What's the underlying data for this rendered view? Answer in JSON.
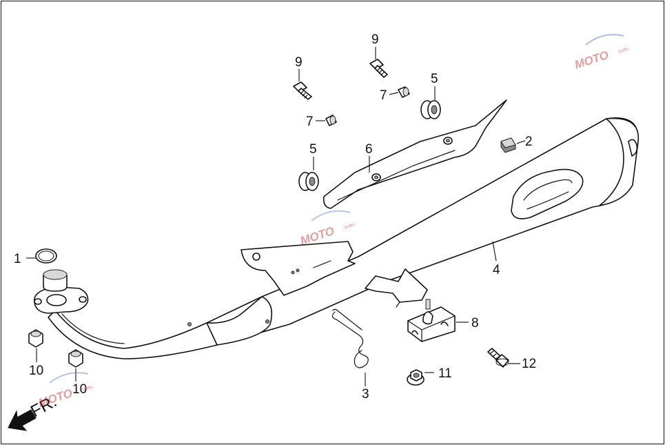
{
  "diagram": {
    "direction_label": "FR.",
    "callouts": {
      "c1": "1",
      "c2": "2",
      "c3": "3",
      "c4": "4",
      "c5a": "5",
      "c5b": "5",
      "c6": "6",
      "c7a": "7",
      "c7b": "7",
      "c8": "8",
      "c9a": "9",
      "c9b": "9",
      "c10a": "10",
      "c10b": "10",
      "c11": "11",
      "c12": "12"
    },
    "watermark": {
      "logo_text": "MOTO",
      "subtitle": "Griffin"
    }
  }
}
